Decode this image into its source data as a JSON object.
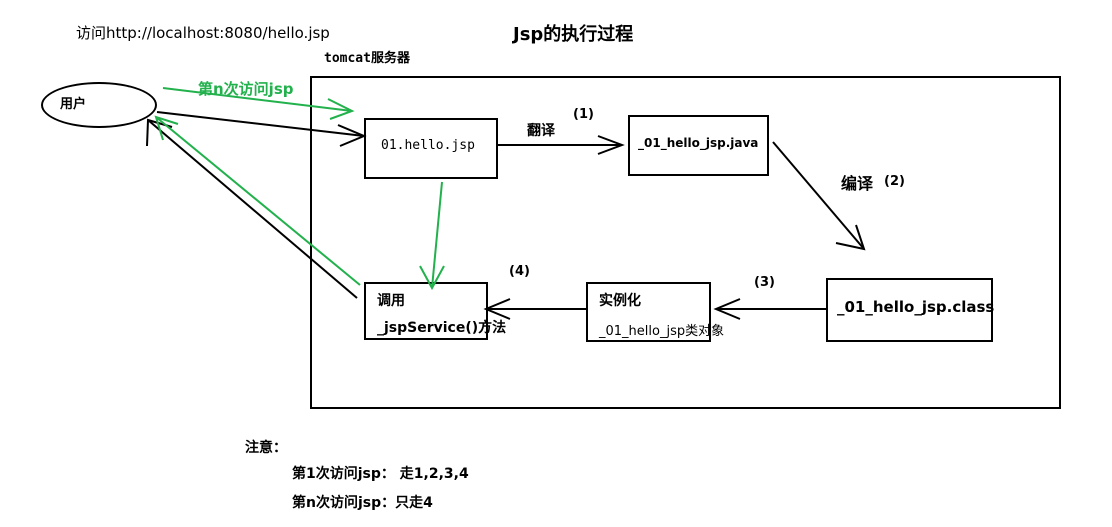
{
  "header": {
    "url_note": "访问http://localhost:8080/hello.jsp",
    "title": "Jsp的执行过程",
    "server_label": "tomcat服务器"
  },
  "nodes": {
    "user": "用户",
    "hello_jsp": "01.hello.jsp",
    "java_file": "_01_hello_jsp.java",
    "class_file": "_01_hello_jsp.class",
    "instance_title": "实例化",
    "instance_sub": "_01_hello_jsp类对象",
    "service_line1": "调用",
    "service_line2": "_jspService()方法"
  },
  "edges": {
    "nth_visit": "第n次访问jsp",
    "translate": "翻译",
    "step1": "(1)",
    "compile": "编译",
    "step2": "(2)",
    "step3": "(3)",
    "step4": "(4)"
  },
  "notes": {
    "heading": "注意：",
    "first_visit": "第1次访问jsp： 走1,2,3,4",
    "nth_visit": "第n次访问jsp：只走4"
  },
  "colors": {
    "black": "#000000",
    "green": "#22b14c"
  }
}
